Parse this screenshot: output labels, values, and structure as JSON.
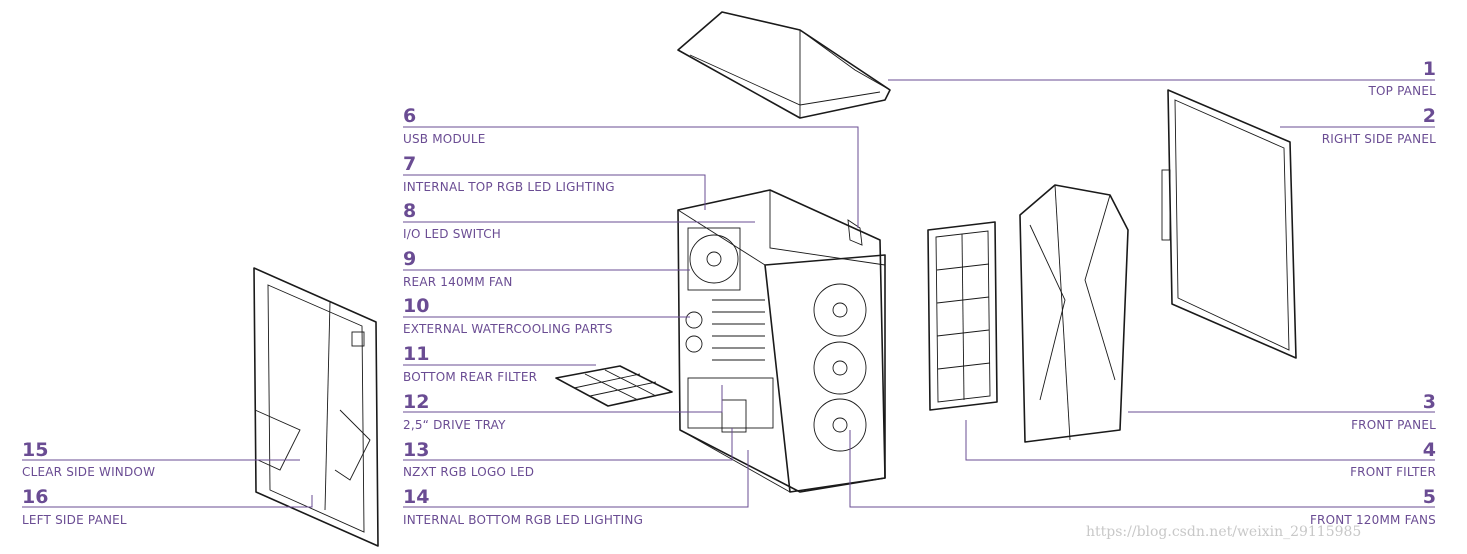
{
  "accent_color": "#6a4c93",
  "callouts": [
    {
      "number": "1",
      "label": "TOP PANEL"
    },
    {
      "number": "2",
      "label": "RIGHT SIDE PANEL"
    },
    {
      "number": "3",
      "label": "FRONT PANEL"
    },
    {
      "number": "4",
      "label": "FRONT FILTER"
    },
    {
      "number": "5",
      "label": "FRONT 120MM FANS"
    },
    {
      "number": "6",
      "label": "USB MODULE"
    },
    {
      "number": "7",
      "label": "INTERNAL TOP RGB LED LIGHTING"
    },
    {
      "number": "8",
      "label": "I/O LED SWITCH"
    },
    {
      "number": "9",
      "label": "REAR 140MM FAN"
    },
    {
      "number": "10",
      "label": "EXTERNAL WATERCOOLING PARTS"
    },
    {
      "number": "11",
      "label": "BOTTOM REAR FILTER"
    },
    {
      "number": "12",
      "label": "2,5“ DRIVE TRAY"
    },
    {
      "number": "13",
      "label": "NZXT RGB LOGO LED"
    },
    {
      "number": "14",
      "label": "INTERNAL BOTTOM RGB LED LIGHTING"
    },
    {
      "number": "15",
      "label": "CLEAR SIDE WINDOW"
    },
    {
      "number": "16",
      "label": "LEFT SIDE PANEL"
    }
  ],
  "watermark": "https://blog.csdn.net/weixin_29115985"
}
